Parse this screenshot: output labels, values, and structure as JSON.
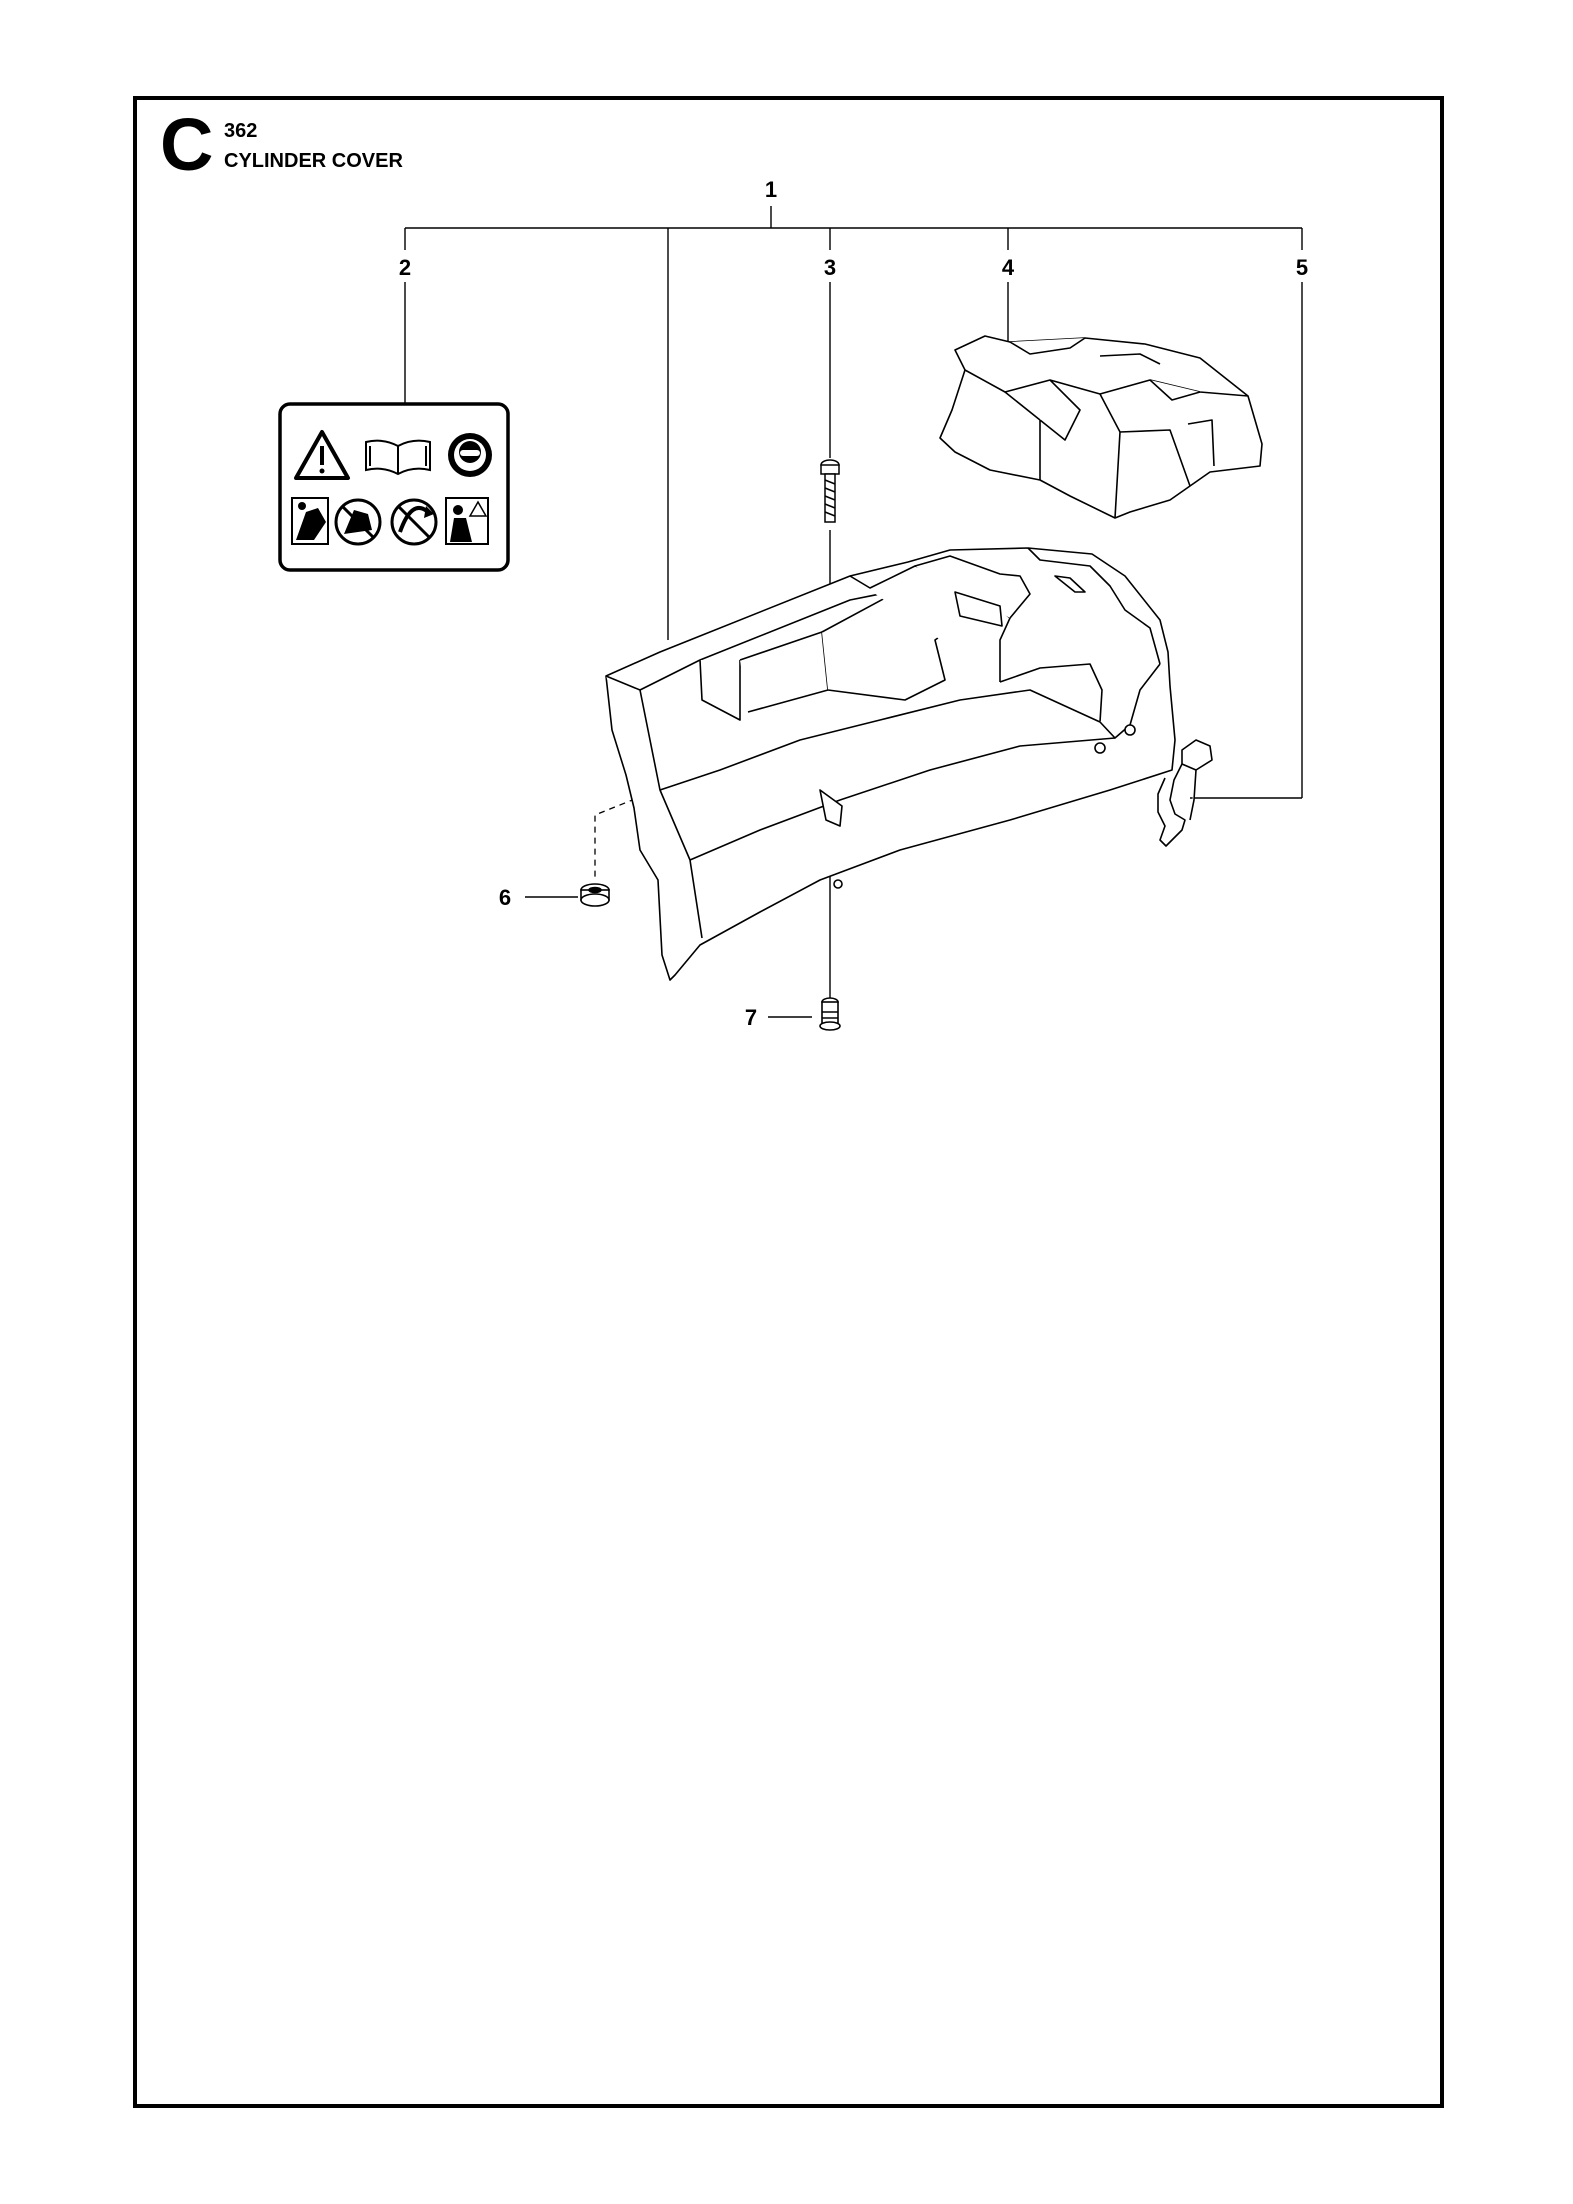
{
  "header": {
    "section_letter": "C",
    "model": "362",
    "title": "CYLINDER COVER"
  },
  "callouts": {
    "c1": "1",
    "c2": "2",
    "c3": "3",
    "c4": "4",
    "c5": "5",
    "c6": "6",
    "c7": "7"
  },
  "icons": {
    "warning": "warning-triangle-icon",
    "manual": "open-book-icon",
    "protection": "protective-equipment-icon",
    "hand_1": "hand-warning-icon",
    "hand_2": "hand-prohibited-icon",
    "kickback": "kickback-warning-icon",
    "operator": "operator-warning-icon"
  },
  "colors": {
    "line": "#000000",
    "background": "#ffffff"
  }
}
